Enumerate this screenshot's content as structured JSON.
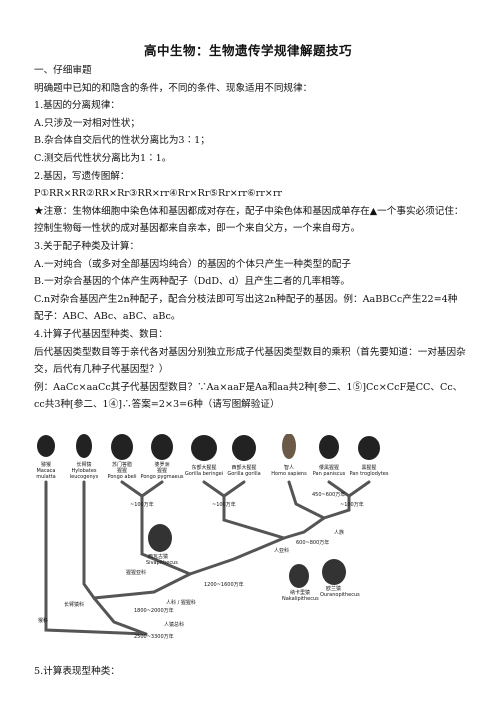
{
  "doc": {
    "title": "高中生物：生物遗传学规律解题技巧",
    "lines": [
      "一、仔细审题",
      "明确题中已知的和隐含的条件，不同的条件、现象适用不同规律：",
      "1.基因的分离规律：",
      "A.只涉及一对相对性状；",
      "B.杂合体自交后代的性状分离比为3∶1；",
      "C.测交后代性状分离比为1∶1。",
      "2.基因，写遗传图解：",
      "P①RR×RR②RR×Rr③RR×rr④Rr×Rr⑤Rr×rr⑥rr×rr"
    ],
    "note_para": "★注意：生物体细胞中染色体和基因都成对存在，配子中染色体和基因成单存在▲一个事实必须记住：控制生物每一性状的成对基因都来自亲本，即一个来自父方，一个来自母方。",
    "lines2": [
      "3.关于配子种类及计算：",
      "A.一对纯合（或多对全部基因均纯合）的基因的个体只产生一种类型的配子",
      "B.一对杂合基因的个体产生两种配子（DdD、d）且产生二者的几率相等。"
    ],
    "c_para": "C.n对杂合基因产生2n种配子，配合分枝法即可写出这2n种配子的基因。例：AaBBCc产生22=4种配子：ABC、ABc、aBC、aBc。",
    "line4": "4.计算子代基因型种类、数目：",
    "para4": "后代基因类型数目等于亲代各对基因分别独立形成子代基因类型数目的乘积（首先要知道：一对基因杂交，后代有几种子代基因型？）",
    "para5": "例：AaCc×aaCc其子代基因型数目？∵Aa×aaF是Aa和aa共2种[参二、1⑤]Cc×CcF是CC、Cc、cc共3种[参二、1④]∴答案=2×3=6种（请写图解验证）",
    "footer": "5.计算表现型种类："
  },
  "figure": {
    "species": [
      {
        "cn": "猕猴",
        "latin1": "Macaca",
        "latin2": "mulatta"
      },
      {
        "cn": "长臂猿",
        "latin1": "Hylobates",
        "latin2": "leucogenys"
      },
      {
        "cn": "苏门答腊",
        "latin1": "猩猩",
        "latin2": "Pongo abeli"
      },
      {
        "cn": "婆罗洲",
        "latin1": "猩猩",
        "latin2": "Pongo pygmaeus"
      },
      {
        "cn": "东部大猩猩",
        "latin1": "Gorilla beringei",
        "latin2": ""
      },
      {
        "cn": "西部大猩猩",
        "latin1": "Gorilla gorilla",
        "latin2": ""
      },
      {
        "cn": "智人",
        "latin1": "Homo sapiens",
        "latin2": ""
      },
      {
        "cn": "倭黑猩猩",
        "latin1": "Pan paniscus",
        "latin2": ""
      },
      {
        "cn": "黑猩猩",
        "latin1": "Pan troglodytes",
        "latin2": ""
      }
    ],
    "labels": {
      "t1": "~100万年",
      "t2": "~100万年",
      "t3": "~100万年",
      "t4": "450~600万年",
      "t5": "600~800万年",
      "t6": "1200~1600万年",
      "t7": "1800~2000万年",
      "t8": "2500~3300万年",
      "renzu": "人族",
      "renyake": "人亚科",
      "renke": "人科 / 猩猩科",
      "changbi": "长臂猿科",
      "houke": "猴科",
      "renzongke": "人猿总科",
      "xiwa": "西瓦古猿",
      "xiwa_lat": "Sivapithecus",
      "nachake": "纳卡里猿",
      "nachake_lat": "Nakalipithecus",
      "ouran": "欧兰猿",
      "ouran_lat": "Ouranopithecus",
      "lingzhang": "猩猩亚科"
    }
  }
}
